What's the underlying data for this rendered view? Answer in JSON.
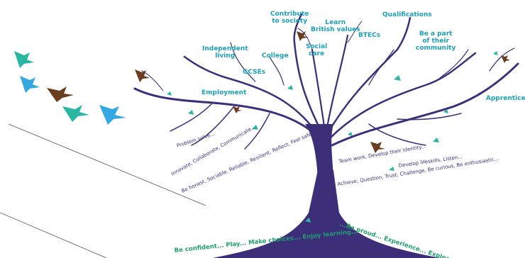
{
  "colors": {
    "tree": "#3d2e7a",
    "label": "#1aa0b8",
    "trunk_text": "#1f9e6e",
    "bird_teal": "#2bb6a2",
    "bird_blue": "#33a8e2",
    "bird_brown": "#6b3d1f"
  },
  "branch_labels": {
    "contribute": "Contribute\nto society",
    "learn": "Learn\nBritish values",
    "qualifications": "Qualifications",
    "be_part": "Be a part\nof their\ncommunity",
    "btecs": "BTECs",
    "independent": "Independent\nliving",
    "college": "College",
    "social_care": "Social\ncare",
    "gcses": "GCSEs",
    "employment": "Employment",
    "apprenticeships": "Apprenticeshi"
  },
  "left_phrases": {
    "problem_solve": "Problem solve...",
    "innovate": "Innovate, Collaborate, Communicate...",
    "be_honest": "Be honest, Sociable, Reliable, Resilient, Reflect, Feel safe..."
  },
  "right_phrases": {
    "team_work": "Team work, Develop their identity...",
    "lifeskills": "Develop lifeskills, Listen...",
    "achieve": "Achieve, Question, Trust, Challenge, Be curious, Be enthusiastic..."
  },
  "bottom_phrases": {
    "left": "Be confident... Play... Make choices... Enjoy learning...",
    "right": "...Be proud... Experience... Explore..."
  }
}
